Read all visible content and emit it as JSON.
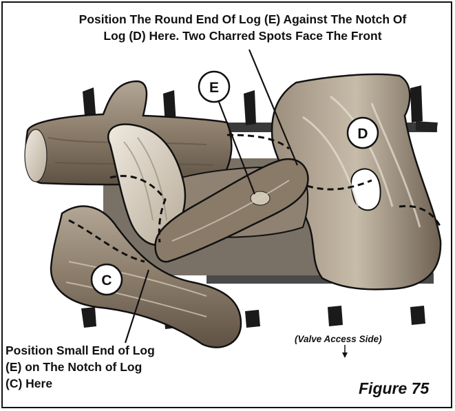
{
  "callouts": {
    "top": {
      "line1": "Position The Round End Of Log (E) Against The Notch Of",
      "line2": "Log (D) Here. Two Charred Spots Face The Front"
    },
    "bottom": {
      "line1": "Position Small End of Log",
      "line2": "(E) on The Notch of Log",
      "line3": "(C) Here"
    }
  },
  "log_labels": {
    "c": "C",
    "d": "D",
    "e": "E"
  },
  "valve_access_label": "(Valve Access Side)",
  "figure_caption": "Figure 75",
  "colors": {
    "ink": "#111111",
    "log_bark": "#8a7a68",
    "log_light": "#d6cdbd",
    "grate": "#1a1a1a"
  }
}
